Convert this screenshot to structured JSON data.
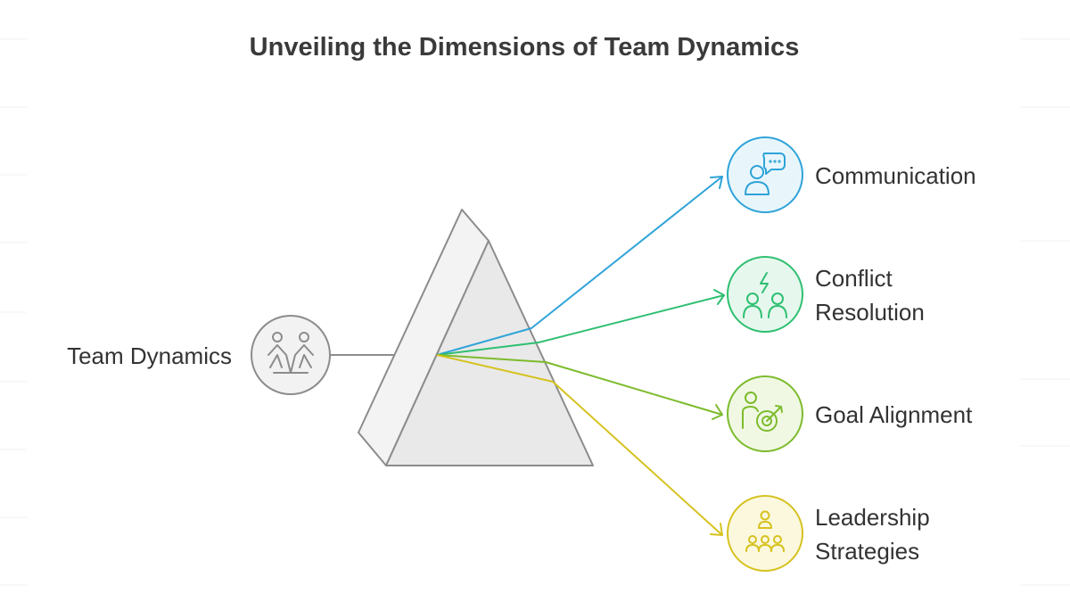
{
  "title": "Unveiling the Dimensions of Team Dynamics",
  "source": {
    "label": "Team Dynamics",
    "icon": "team-people-icon",
    "color": "#8c8c8c"
  },
  "outputs": [
    {
      "key": "communication",
      "lines": [
        "Communication"
      ],
      "icon": "chat-person-icon",
      "color": "#2fa3d8",
      "fill": "#e8f6fc"
    },
    {
      "key": "conflict-resolution",
      "lines": [
        "Conflict",
        "Resolution"
      ],
      "icon": "conflict-people-icon",
      "color": "#2fbf71",
      "fill": "#e6f8ee"
    },
    {
      "key": "goal-alignment",
      "lines": [
        "Goal Alignment"
      ],
      "icon": "target-person-icon",
      "color": "#7dbb2c",
      "fill": "#f0f8e4"
    },
    {
      "key": "leadership-strategies",
      "lines": [
        "Leadership",
        "Strategies"
      ],
      "icon": "leader-group-icon",
      "color": "#d6c21f",
      "fill": "#fbf8de"
    }
  ]
}
